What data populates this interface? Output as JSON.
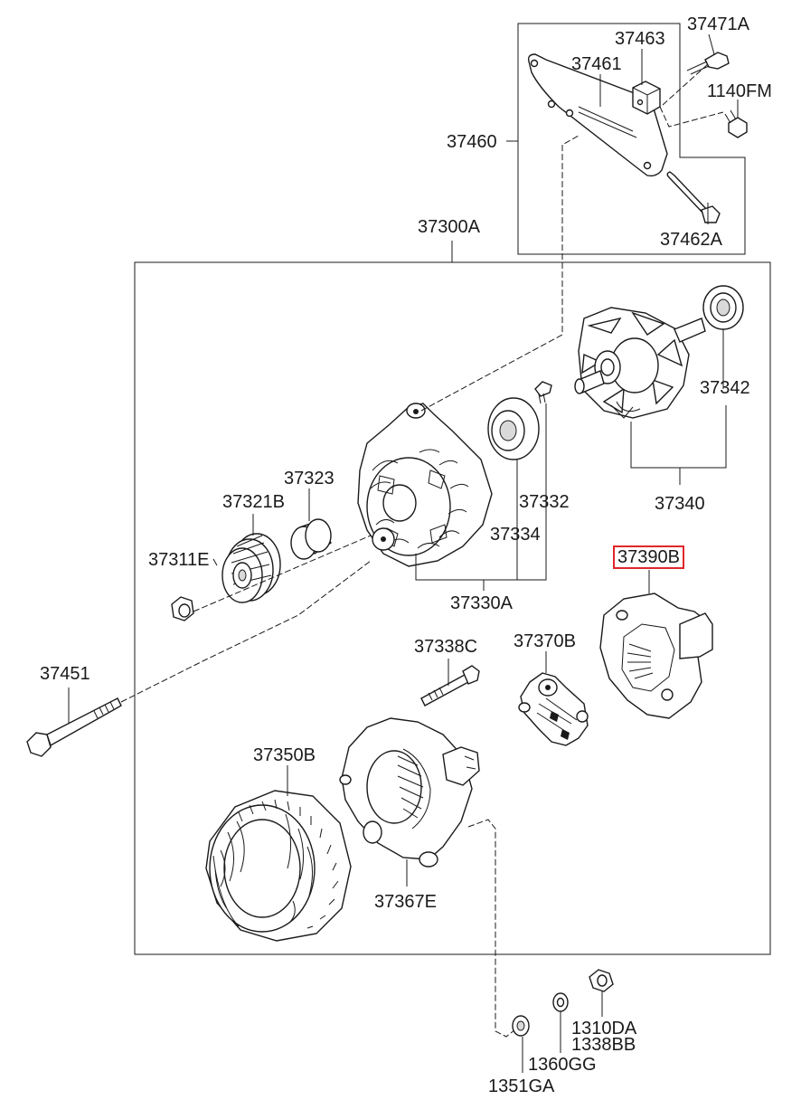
{
  "labels": {
    "p37471A": "37471A",
    "p37463": "37463",
    "p37461": "37461",
    "p1140FM": "1140FM",
    "p37460": "37460",
    "p37462A": "37462A",
    "p37300A": "37300A",
    "p37342": "37342",
    "p37340": "37340",
    "p37323": "37323",
    "p37321B": "37321B",
    "p37332": "37332",
    "p37311E": "37311E",
    "p37334": "37334",
    "p37390B": "37390B",
    "p37330A": "37330A",
    "p37338C": "37338C",
    "p37370B": "37370B",
    "p37451": "37451",
    "p37350B": "37350B",
    "p37367E": "37367E",
    "p1310DA": "1310DA",
    "p1338BB": "1338BB",
    "p1360GG": "1360GG",
    "p1351GA": "1351GA"
  },
  "highlighted_part": "37390B",
  "colors": {
    "highlight": "#e0262b",
    "line": "#1a1a1a"
  }
}
